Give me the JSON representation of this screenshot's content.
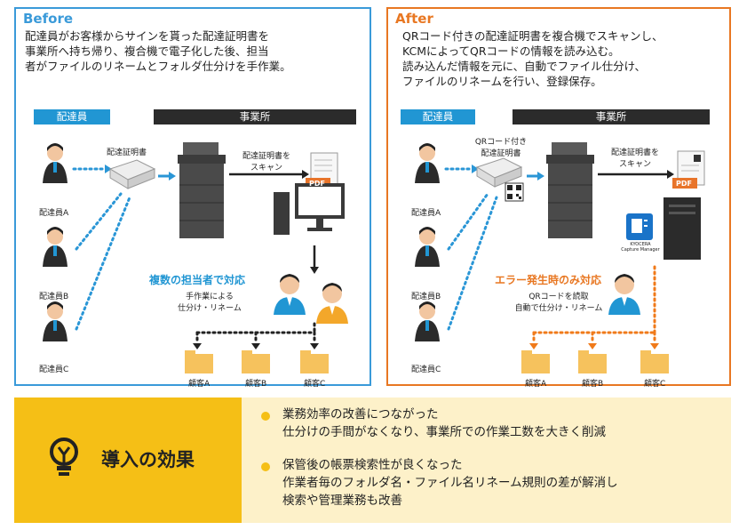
{
  "before": {
    "title": "Before",
    "desc": [
      "配達員がお客様からサインを貰った配達証明書を",
      "事業所へ持ち帰り、複合機で電子化した後、担当",
      "者がファイルのリネームとフォルダ仕分けを手作業。"
    ],
    "header_courier": "配達員",
    "header_office": "事業所",
    "doc_label": "配達証明書",
    "scan_label": [
      "配達証明書を",
      "スキャン"
    ],
    "pdf": "PDF",
    "couriers": [
      "配達員A",
      "配達員B",
      "配達員C"
    ],
    "highlight": "複数の担当者で対応",
    "manual": [
      "手作業による",
      "仕分け・リネーム"
    ],
    "customers": [
      "顧客A",
      "顧客B",
      "顧客C"
    ]
  },
  "after": {
    "title": "After",
    "desc": [
      "QRコード付きの配達証明書を複合機でスキャンし、",
      "KCMによってQRコードの情報を読み込む。",
      "読み込んだ情報を元に、自動でファイル仕分け、",
      "ファイルのリネームを行い、登録保存。"
    ],
    "header_courier": "配達員",
    "header_office": "事業所",
    "doc_label": [
      "QRコード付き",
      "配達証明書"
    ],
    "scan_label": [
      "配達証明書を",
      "スキャン"
    ],
    "pdf": "PDF",
    "couriers": [
      "配達員A",
      "配達員B",
      "配達員C"
    ],
    "highlight": "エラー発生時のみ対応",
    "auto": [
      "QRコードを読取",
      "自動で仕分け・リネーム"
    ],
    "kcm_logo": [
      "KYOCERA",
      "Capture Manager"
    ],
    "customers": [
      "顧客A",
      "顧客B",
      "顧客C"
    ]
  },
  "effect": {
    "title": "導入の効果",
    "items": [
      {
        "head": "業務効率の改善につながった",
        "body": [
          "仕分けの手間がなくなり、事業所での作業工数を大きく削減"
        ]
      },
      {
        "head": "保管後の帳票検索性が良くなった",
        "body": [
          "作業者毎のフォルダ名・ファイル名リネーム規則の差が解消し",
          "検索や管理業務も改善"
        ]
      }
    ]
  },
  "colors": {
    "before": "#3a9ad9",
    "after": "#e87722",
    "accent_yellow": "#f5bf16",
    "effect_bg": "#fdf1c9",
    "dots_blue": "#2a96d6",
    "dots_orange": "#f07a1a",
    "folder": "#f6c25d"
  }
}
